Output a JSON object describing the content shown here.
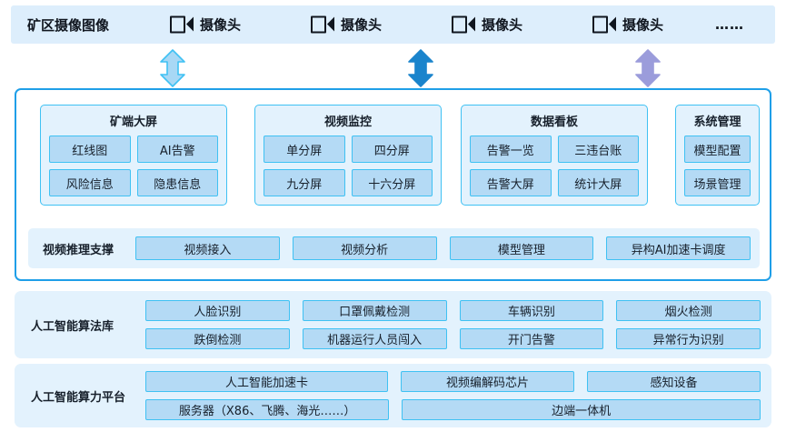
{
  "camera_bar": {
    "title": "矿区摄像图像",
    "cameras": [
      {
        "icon": "video-camera-icon",
        "label": "摄像头"
      },
      {
        "icon": "video-camera-icon",
        "label": "摄像头"
      },
      {
        "icon": "video-camera-icon",
        "label": "摄像头"
      },
      {
        "icon": "video-camera-icon",
        "label": "摄像头"
      }
    ],
    "ellipsis": "……"
  },
  "connectors": [
    {
      "name": "arrow-left",
      "color": "#a8d8f5",
      "stroke": "#3fc1f3"
    },
    {
      "name": "arrow-middle",
      "color": "#1a84cc",
      "stroke": "#1a84cc"
    },
    {
      "name": "arrow-right",
      "color": "#9b9cdb",
      "stroke": "#9b9cdb"
    }
  ],
  "app_panel": {
    "groups": [
      {
        "title": "矿端大屏",
        "columns": 2,
        "items": [
          "红线图",
          "AI告警",
          "风险信息",
          "隐患信息"
        ]
      },
      {
        "title": "视频监控",
        "columns": 2,
        "items": [
          "单分屏",
          "四分屏",
          "九分屏",
          "十六分屏"
        ]
      },
      {
        "title": "数据看板",
        "columns": 2,
        "items": [
          "告警一览",
          "三违台账",
          "告警大屏",
          "统计大屏"
        ]
      },
      {
        "title": "系统管理",
        "columns": 1,
        "items": [
          "模型配置",
          "场景管理"
        ]
      }
    ],
    "inference_row": {
      "label": "视频推理支撑",
      "items": [
        "视频接入",
        "视频分析",
        "模型管理",
        "异构AI加速卡调度"
      ]
    }
  },
  "algorithm_library": {
    "label": "人工智能算法库",
    "items": [
      "人脸识别",
      "口罩佩戴检测",
      "车辆识别",
      "烟火检测",
      "跌倒检测",
      "机器运行人员闯入",
      "开门告警",
      "异常行为识别"
    ]
  },
  "compute_platform": {
    "label": "人工智能算力平台",
    "rows": [
      [
        {
          "text": "人工智能加速卡",
          "flex": 2.02
        },
        {
          "text": "视频编解码芯片",
          "flex": 1.44
        },
        {
          "text": "感知设备",
          "flex": 1.44
        }
      ],
      [
        {
          "text": "服务器（X86、飞腾、海光……）",
          "flex": 2.02
        },
        {
          "text": "边端一体机",
          "flex": 2.98
        }
      ]
    ]
  },
  "colors": {
    "bar_bg": "#ddeefc",
    "section_bg": "#e3f2fd",
    "chip_bg": "#b4daf5",
    "chip_border": "#3fc1f3",
    "panel_border": "#1f9fe8",
    "text": "#17202b"
  }
}
